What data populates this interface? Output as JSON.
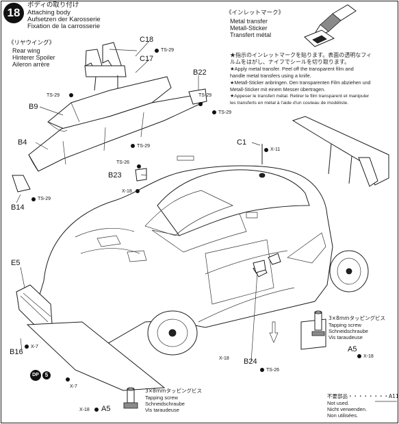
{
  "step": {
    "number": "18",
    "title_jp": "ボディの取り付け",
    "title_en": "Attaching body",
    "title_de": "Aufsetzen der Karosserie",
    "title_fr": "Fixation de la carrosserie"
  },
  "rear_wing": {
    "jp": "《リヤウイング》",
    "en": "Rear wing",
    "de": "Hinterer Spoiler",
    "fr": "Aileron arrère"
  },
  "metal_transfer": {
    "jp": "《インレットマーク》",
    "en": "Metal transfer",
    "de": "Metall-Sticker",
    "fr": "Transfert métal"
  },
  "instructions": {
    "line_jp1": "★指示のインレットマークを貼ります。表面の透明なフィ",
    "line_jp2": "ルムをはがし、ナイフでシールを切り取ります。",
    "line_en1": "★Apply metal transfer. Peel off the transparent film and",
    "line_en2": "handle metal transfers using a knife.",
    "line_de1": "★Metall-Sticker anbringen. Den transparenten Film abziehen und",
    "line_de2": "Metall-Sticker mit einem Messer übertragen.",
    "line_fr1": "★Appeser le transfert métal. Retirer le film transparent et manipuler",
    "line_fr2": "les transferts en métal à l'aide d'un couteau de modéliste."
  },
  "parts": {
    "c18": "C18",
    "c17": "C17",
    "b22": "B22",
    "b9": "B9",
    "b4": "B4",
    "b14": "B14",
    "c1": "C1",
    "b23": "B23",
    "e5": "E5",
    "b16": "B16",
    "b24": "B24",
    "a5_right": "A5",
    "a5_bottom": "A5"
  },
  "paint_codes": {
    "ts29": "TS-29",
    "ts26": "TS-26",
    "x11": "X-11",
    "x18": "X-18",
    "x7": "X-7",
    "dp": "DP",
    "five": "5"
  },
  "screw_right": {
    "jp": "3×8mmタッピングビス",
    "en": "Tapping screw",
    "de": "Schneidschraube",
    "fr": "Vis taraudeuse"
  },
  "screw_bottom": {
    "jp": "3×8mmタッピングビス",
    "en": "Tapping screw",
    "de": "Schneidschraube",
    "fr": "Vis taraudeuse"
  },
  "not_used": {
    "jp": "不要部品・・・・・・・・A11",
    "en": "Not used.",
    "de": "Nicht verwenden.",
    "fr": "Non utilisées."
  }
}
